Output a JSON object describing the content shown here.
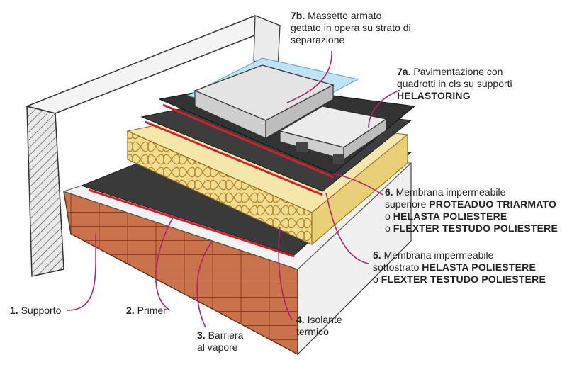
{
  "colors": {
    "leader": "#b0246e",
    "brick": "#c9724b",
    "membrane": "#3a3a3a",
    "insulation": "#f2dc8f",
    "concrete": "#e8e8e8",
    "separation": "#bfe3f2",
    "red_stripe": "#d4202a"
  },
  "labels": {
    "l1": {
      "num": "1.",
      "text": "Supporto"
    },
    "l2": {
      "num": "2.",
      "text": "Primer"
    },
    "l3": {
      "num": "3.",
      "line1": "Barriera",
      "line2": "al vapore"
    },
    "l4": {
      "num": "4.",
      "line1": "Isolante",
      "line2": "termico"
    },
    "l5": {
      "num": "5.",
      "line1": "Membrana impermeabile",
      "line2_pre": "sottostrato ",
      "line2_strong": "HELASTA POLIESTERE",
      "line3_pre": "o ",
      "line3_strong": "FLEXTER TESTUDO POLIESTERE"
    },
    "l6": {
      "num": "6.",
      "line1": "Membrana impermeabile",
      "line2_pre": "superiore ",
      "line2_strong": "PROTEADUO TRIARMATO",
      "line3_pre": "o ",
      "line3_strong": "HELASTA POLIESTERE",
      "line4_pre": "o ",
      "line4_strong": "FLEXTER TESTUDO POLIESTERE"
    },
    "l7a": {
      "num": "7a.",
      "line1": "Pavimentazione con",
      "line2": "quadrotti in cls su supporti",
      "line3_strong": "HELASTORING"
    },
    "l7b": {
      "num": "7b.",
      "line1": "Massetto armato",
      "line2": "gettato in opera su strato di",
      "line3": "separazione"
    }
  }
}
